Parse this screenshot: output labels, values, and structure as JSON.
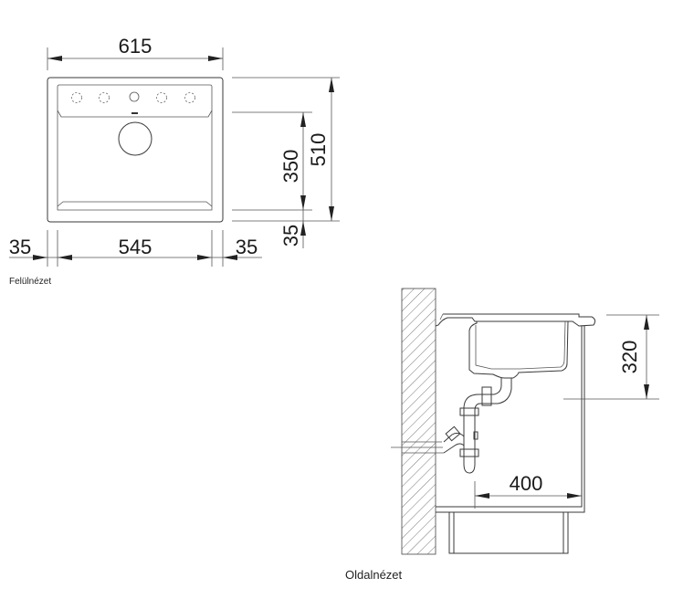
{
  "top_view": {
    "caption": "Felülnézet",
    "dims": {
      "overall_width": "615",
      "overall_depth": "510",
      "bowl_depth": "350",
      "front_rim": "35",
      "left_rim": "35",
      "bowl_width": "545",
      "right_rim": "35"
    }
  },
  "side_view": {
    "caption": "Oldalnézet",
    "dims": {
      "bowl_height": "320",
      "cabinet_depth": "400"
    }
  }
}
